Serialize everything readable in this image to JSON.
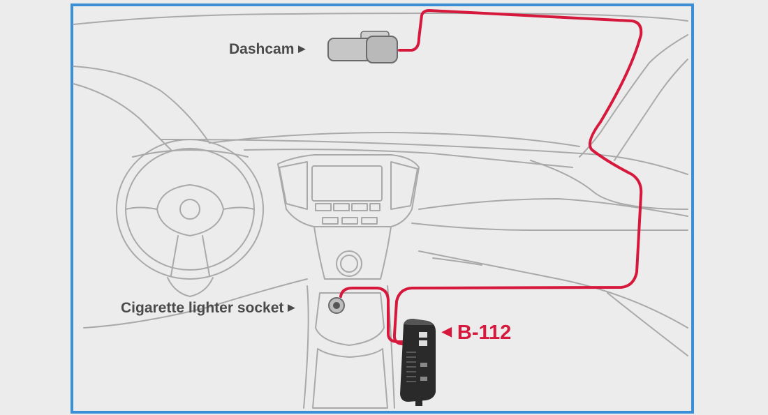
{
  "labels": {
    "dashcam": "Dashcam",
    "cigarette_socket": "Cigarette lighter socket",
    "device": "B-112"
  },
  "colors": {
    "frame_border": "#3a8fd6",
    "cable": "#d6183c",
    "device_label": "#d6183c",
    "line_art": "#a9a9a9",
    "background": "#ececec",
    "device_body": "#2a2a2a"
  },
  "icons": {
    "pointer": "triangle-right-icon",
    "device_pointer": "triangle-left-icon"
  }
}
